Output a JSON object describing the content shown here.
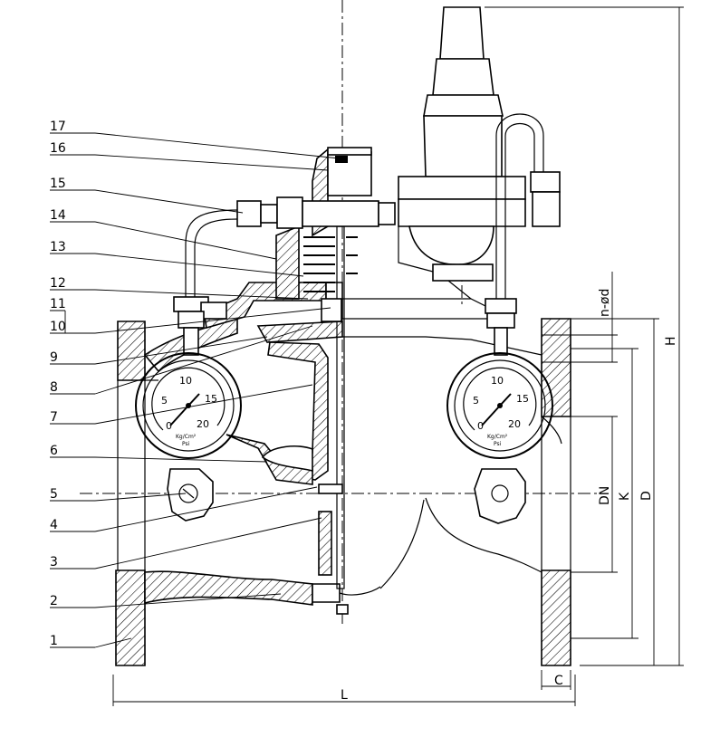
{
  "labels": {
    "callouts": [
      "1",
      "2",
      "3",
      "4",
      "5",
      "6",
      "7",
      "8",
      "9",
      "10",
      "11",
      "12",
      "13",
      "14",
      "15",
      "16",
      "17"
    ],
    "dims": {
      "L": "L",
      "H": "H",
      "C": "C",
      "DN": "DN",
      "K": "K",
      "D": "D",
      "holes": "n-ød"
    },
    "gauge": {
      "t5": "5",
      "t10": "10",
      "t15": "15",
      "t20": "20",
      "t0": "0",
      "unit1": "Kg/Cm²",
      "unit2": "Psi"
    }
  }
}
